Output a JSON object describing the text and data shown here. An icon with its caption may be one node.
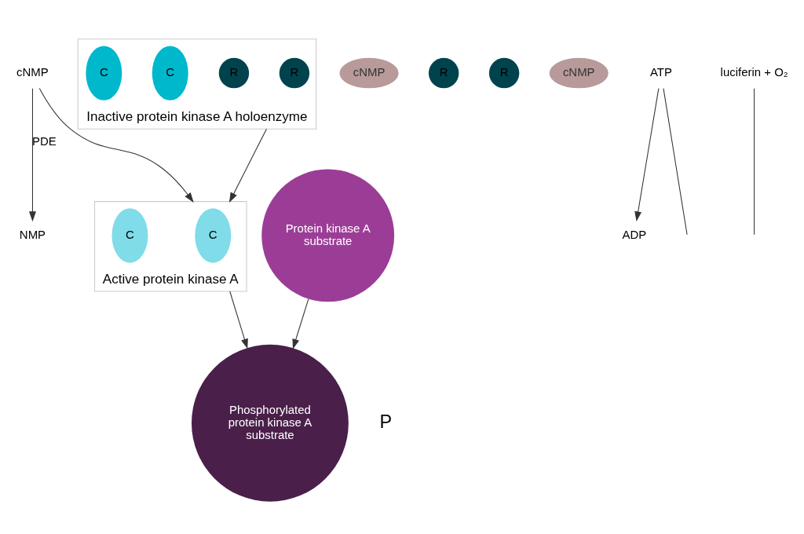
{
  "diagram": {
    "nodes": [
      {
        "text": [
          "cNMP"
        ]
      },
      {
        "text": [
          "NMP"
        ]
      },
      {
        "text": [
          "Phosphorylated protein kinase A substrate"
        ],
        "beside": [
          "P"
        ]
      },
      {
        "text": [
          "cNMP"
        ]
      },
      {
        "text": [
          "R"
        ]
      },
      {
        "text": [
          "R"
        ]
      },
      {
        "text": [
          "cNMP"
        ]
      },
      {
        "text": [
          "ADP"
        ]
      },
      {
        "text": [
          "Active protein kinase A"
        ]
      },
      {
        "text": [
          "C"
        ],
        "in": 8
      },
      {
        "text": [
          "C"
        ],
        "in": 8
      },
      {
        "text": [
          "Inactive protein kinase A holoenzyme"
        ]
      },
      {
        "text": [
          "R"
        ],
        "in": 11
      },
      {
        "text": [
          "R"
        ],
        "in": 11
      },
      {
        "text": [
          "C"
        ],
        "in": 11
      },
      {
        "text": [
          "C"
        ],
        "in": 11
      },
      {
        "text": [
          "ATP"
        ]
      },
      {
        "text": [
          "Protein kinase A substrate"
        ]
      },
      {
        "text": [
          "luciferin + O₂"
        ]
      }
    ],
    "edges": [
      {
        "from": 0,
        "to": 1,
        "arrow": "to",
        "label": "PDE"
      },
      {
        "from": 0,
        "to": 8,
        "arrow": "to"
      },
      {
        "from": 11,
        "to": 8,
        "arrow": "to"
      },
      {
        "from": 17,
        "to": 2,
        "arrow": "to"
      },
      {
        "from": 8,
        "to": 2,
        "arrow": "to"
      },
      {
        "from": 16,
        "to": 7,
        "arrow": "to"
      },
      {
        "from": 16,
        "to": null,
        "arrow": "none"
      },
      {
        "from": 18,
        "to": null,
        "arrow": "none"
      }
    ]
  }
}
